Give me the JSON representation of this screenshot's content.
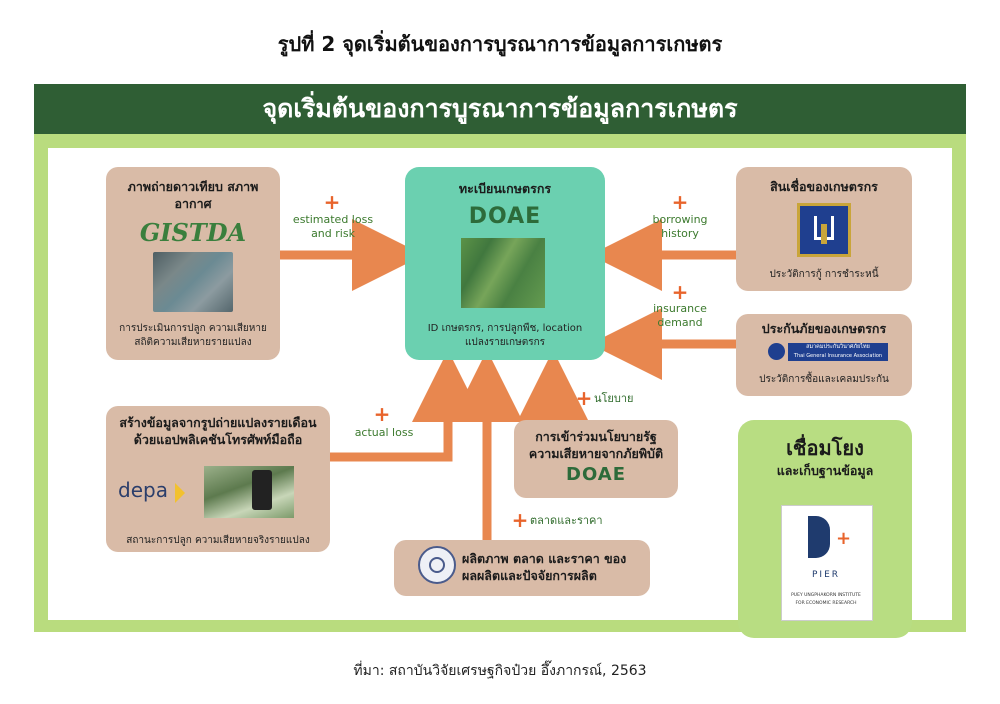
{
  "figure_title": "รูปที่ 2 จุดเริ่มต้นของการบูรณาการข้อมูลการเกษตร",
  "banner_title": "จุดเริ่มต้นของการบูรณาการข้อมูลการเกษตร",
  "nodes": {
    "gistda": {
      "title": "ภาพถ่ายดาวเทียบ สภาพอากาศ",
      "logo": "GISTDA",
      "subtitle": "การประเมินการปลูก ความเสียหาย สถิติความเสียหายรายแปลง"
    },
    "registry": {
      "title": "ทะเบียนเกษตรกร",
      "logo": "DOAE",
      "subtitle": "ID เกษตรกร, การปลูกพืช, location แปลงรายเกษตรกร"
    },
    "credit": {
      "title": "สินเชื่อของเกษตรกร",
      "subtitle": "ประวัติการกู้ การชำระหนี้"
    },
    "insurance": {
      "title": "ประกันภัยของเกษตรกร",
      "logo_text": "สมาคมประกันวินาศภัยไทย",
      "logo_text_en": "Thai General Insurance Association",
      "subtitle": "ประวัติการซื้อและเคลมประกัน"
    },
    "depa": {
      "title": "สร้างข้อมูลจากรูปถ่ายแปลงรายเดือน ด้วยแอปพลิเคชันโทรศัพท์มือถือ",
      "logo": "depa",
      "subtitle": "สถานะการปลูก ความเสียหายจริงรายแปลง"
    },
    "policy": {
      "title": "การเข้าร่วมนโยบายรัฐ ความเสียหายจากภัยพิบัติ",
      "logo": "DOAE"
    },
    "market": {
      "title": "ผลิตภาพ ตลาด และราคา ของผลผลิตและปัจจัยการผลิต"
    },
    "link": {
      "title": "เชื่อมโยง",
      "subtitle": "และเก็บฐานข้อมูล",
      "logo": "PIER",
      "logo_caption_1": "PUEY UNGPHAKORN INSTITUTE",
      "logo_caption_2": "FOR ECONOMIC RESEARCH"
    }
  },
  "arrows": {
    "plus": "+",
    "gistda_label": "estimated loss and risk",
    "credit_label": "borrowing history",
    "insurance_label": "insurance demand",
    "depa_label": "actual loss",
    "policy_label": "นโยบาย",
    "market_label": "ตลาดและราคา"
  },
  "colors": {
    "banner": "#2f5e34",
    "frame": "#b9dc7e",
    "node": "#d9bba7",
    "center": "#6bd0b0",
    "arrow": "#e8874f",
    "plus": "#e8642c"
  },
  "source": "ที่มา: สถาบันวิจัยเศรษฐกิจป๋วย อึ๊งภากรณ์, 2563"
}
